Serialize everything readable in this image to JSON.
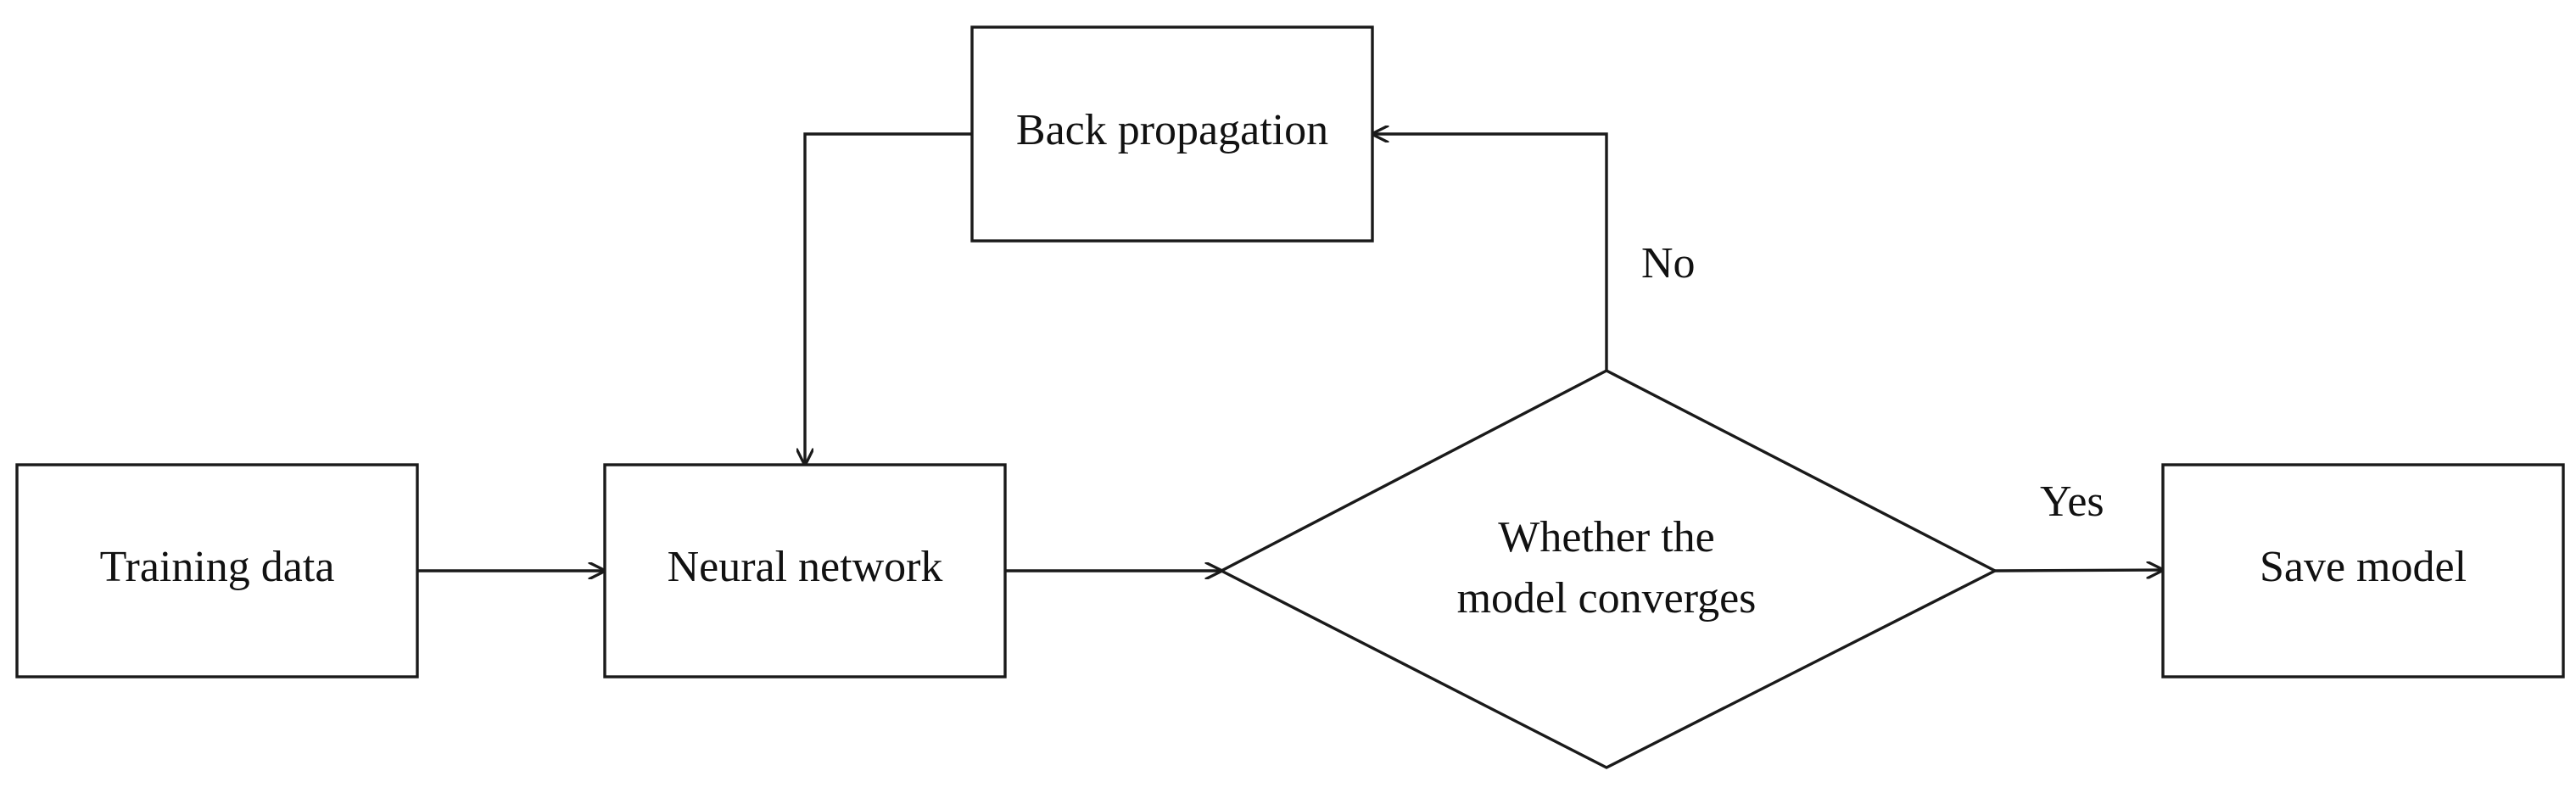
{
  "nodes": {
    "training_data": "Training data",
    "neural_network": "Neural network",
    "back_propagation": "Back propagation",
    "decision_line1": "Whether the",
    "decision_line2": "model converges",
    "save_model": "Save model"
  },
  "edges": {
    "no": "No",
    "yes": "Yes"
  },
  "colors": {
    "stroke": "#1a1a1a",
    "text": "#111111",
    "background": "#ffffff"
  }
}
